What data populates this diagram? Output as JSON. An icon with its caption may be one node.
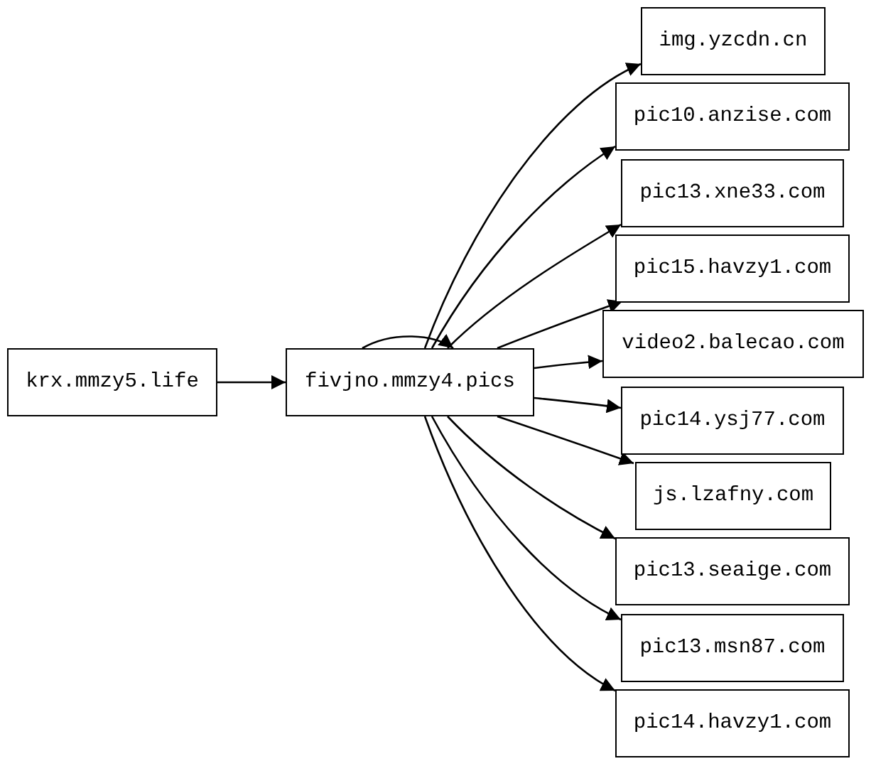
{
  "diagram": {
    "nodes": [
      {
        "text": [
          "krx.mmzy5.life"
        ]
      },
      {
        "text": [
          "fivjno.mmzy4.pics"
        ]
      },
      {
        "text": [
          "img.yzcdn.cn"
        ]
      },
      {
        "text": [
          "pic10.anzise.com"
        ]
      },
      {
        "text": [
          "pic13.xne33.com"
        ]
      },
      {
        "text": [
          "pic15.havzy1.com"
        ]
      },
      {
        "text": [
          "video2.balecao.com"
        ]
      },
      {
        "text": [
          "pic14.ysj77.com"
        ]
      },
      {
        "text": [
          "js.lzafny.com"
        ]
      },
      {
        "text": [
          "pic13.seaige.com"
        ]
      },
      {
        "text": [
          "pic13.msn87.com"
        ]
      },
      {
        "text": [
          "pic14.havzy1.com"
        ]
      }
    ],
    "edges": [
      {
        "from": 0,
        "to": 1,
        "arrow": "to"
      },
      {
        "from": 1,
        "to": 1,
        "arrow": "to"
      },
      {
        "from": 1,
        "to": 2,
        "arrow": "to"
      },
      {
        "from": 1,
        "to": 3,
        "arrow": "to"
      },
      {
        "from": 1,
        "to": 4,
        "arrow": "to"
      },
      {
        "from": 1,
        "to": 5,
        "arrow": "to"
      },
      {
        "from": 1,
        "to": 6,
        "arrow": "to"
      },
      {
        "from": 1,
        "to": 7,
        "arrow": "to"
      },
      {
        "from": 1,
        "to": 8,
        "arrow": "to"
      },
      {
        "from": 1,
        "to": 9,
        "arrow": "to"
      },
      {
        "from": 1,
        "to": 10,
        "arrow": "to"
      },
      {
        "from": 1,
        "to": 11,
        "arrow": "to"
      }
    ]
  }
}
